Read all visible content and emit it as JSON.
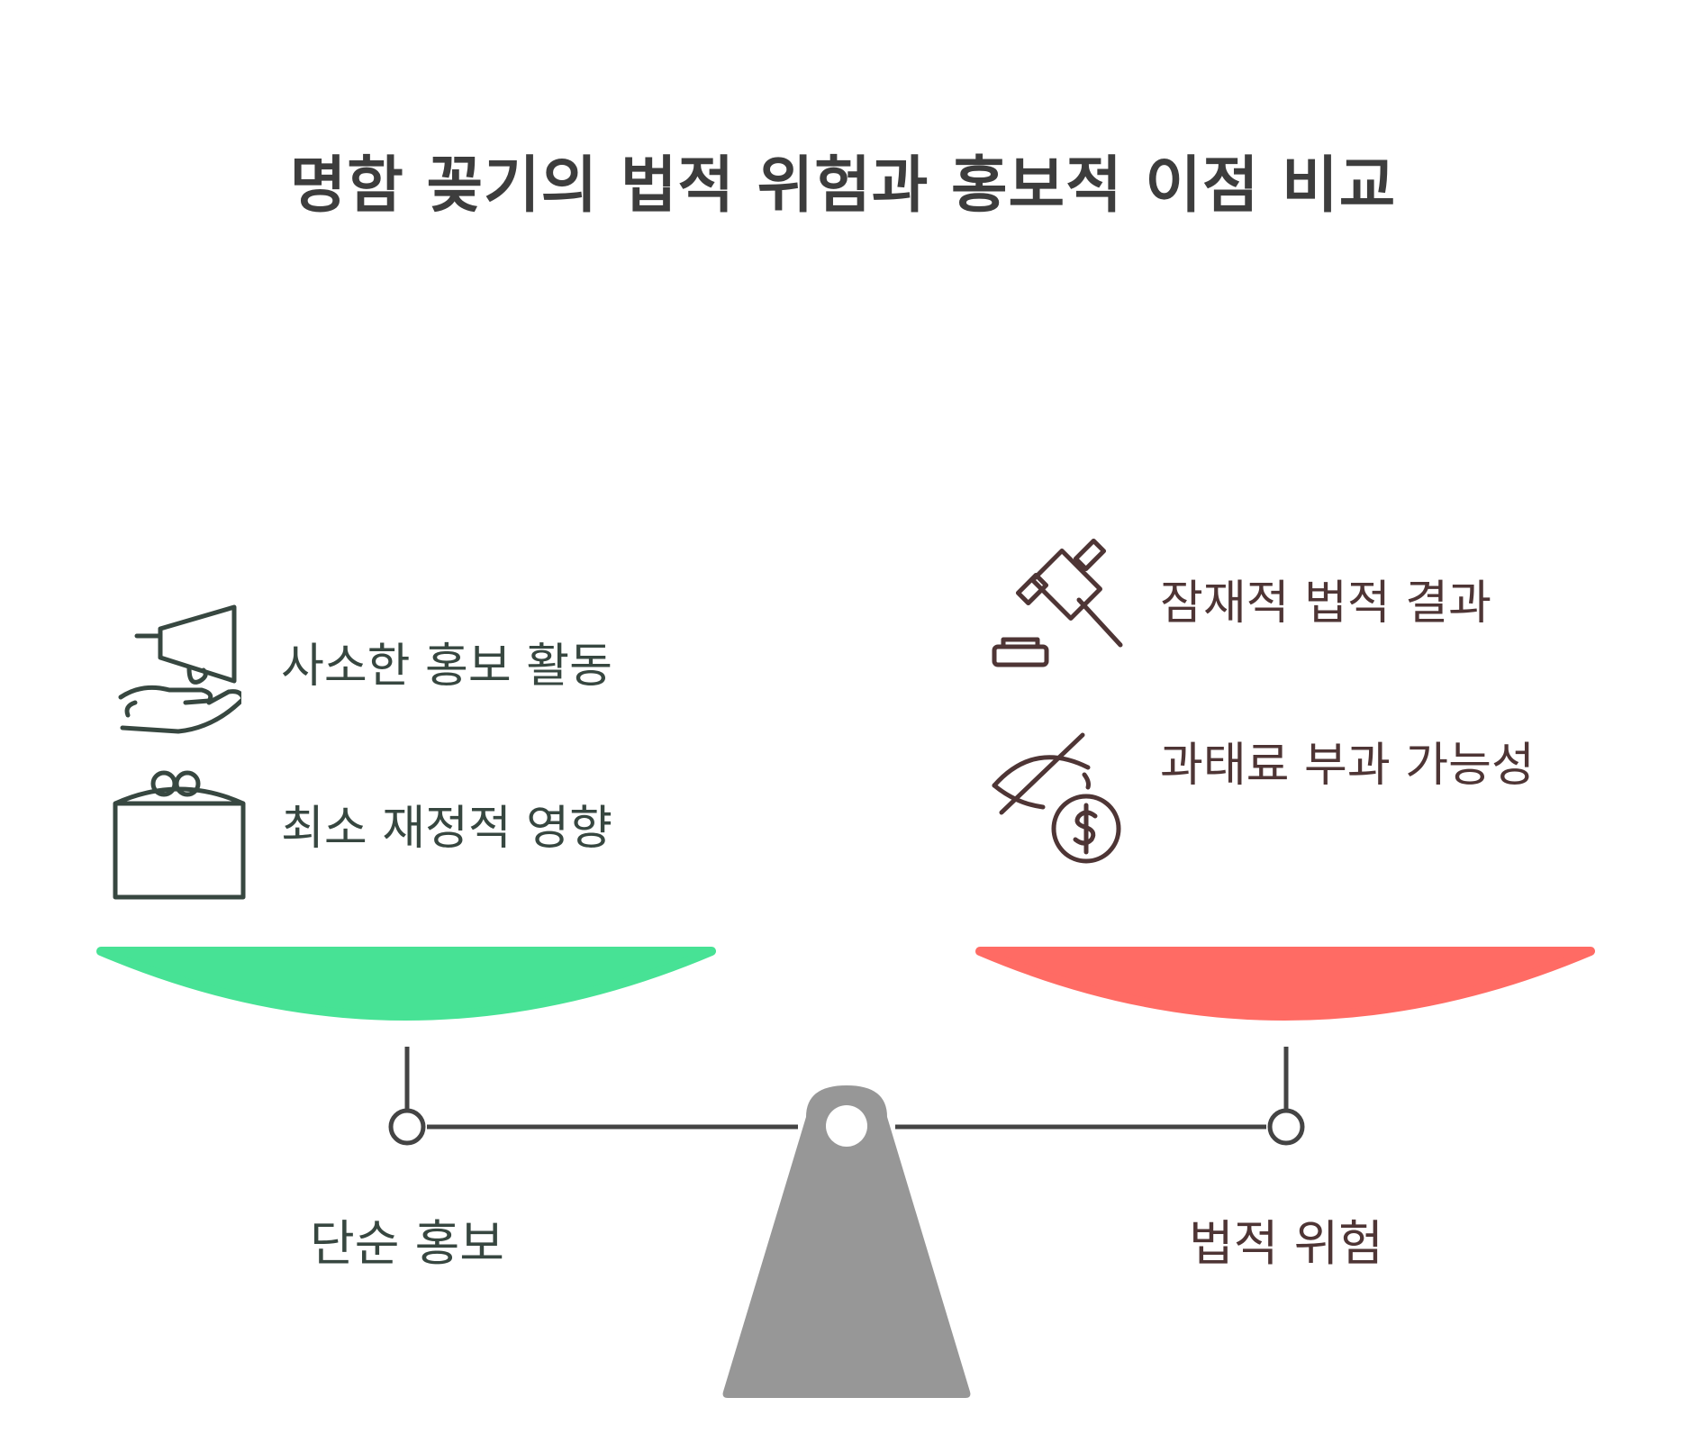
{
  "title": "명함 꽂기의 법적 위험과 홍보적 이점 비교",
  "left": {
    "label": "단순 홍보",
    "color": "#47e295",
    "items": [
      {
        "text": "사소한 홍보 활동",
        "icon": "megaphone-hand-icon"
      },
      {
        "text": "최소 재정적 영향",
        "icon": "coin-purse-icon"
      }
    ]
  },
  "right": {
    "label": "법적 위험",
    "color": "#ff6b64",
    "items": [
      {
        "text": "잠재적 법적 결과",
        "icon": "gavel-icon"
      },
      {
        "text": "과태료 부과 가능성",
        "icon": "hidden-fee-icon"
      }
    ]
  }
}
